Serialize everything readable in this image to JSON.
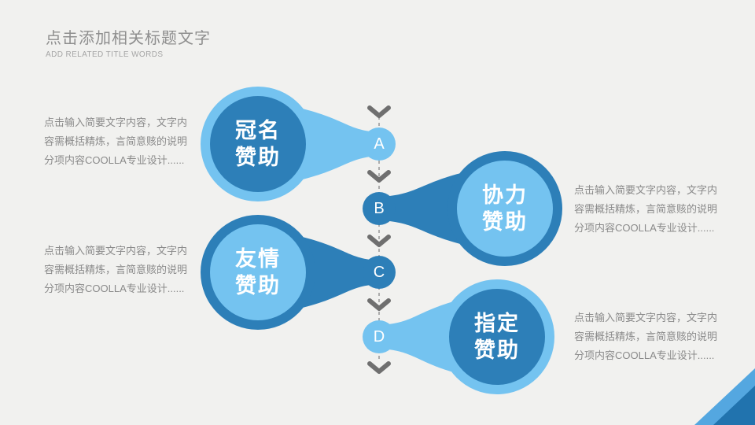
{
  "slide": {
    "title": "点击添加相关标题文字",
    "subtitle": "ADD RELATED TITLE WORDS"
  },
  "description": {
    "line1": "点击输入简要文字内容，文字内",
    "line2": "容需概括精炼，言简意赅的说明",
    "line3": "分项内容COOLLA专业设计......"
  },
  "diagram": {
    "type": "vertical-timeline-flow",
    "items": [
      {
        "letter": "A",
        "title_line1": "冠名",
        "title_line2": "赞助",
        "side": "left",
        "style": "light-ring-dark-fill"
      },
      {
        "letter": "B",
        "title_line1": "协力",
        "title_line2": "赞助",
        "side": "right",
        "style": "dark-ring-light-fill"
      },
      {
        "letter": "C",
        "title_line1": "友情",
        "title_line2": "赞助",
        "side": "left",
        "style": "dark-ring-light-fill"
      },
      {
        "letter": "D",
        "title_line1": "指定",
        "title_line2": "赞助",
        "side": "right",
        "style": "light-ring-dark-fill"
      }
    ]
  },
  "colors": {
    "primary_dark_blue": "#2D7FB8",
    "primary_light_blue": "#74C3F0",
    "corner_light_blue": "#54A7E0",
    "corner_dark_blue": "#2173AE",
    "title_gray": "#8E8E8E",
    "body_text_gray": "#8A8A8A",
    "background": "#F1F1EF",
    "dashed_line_gray": "#9B9B9B",
    "chevron_gray": "#6F6F6F"
  }
}
